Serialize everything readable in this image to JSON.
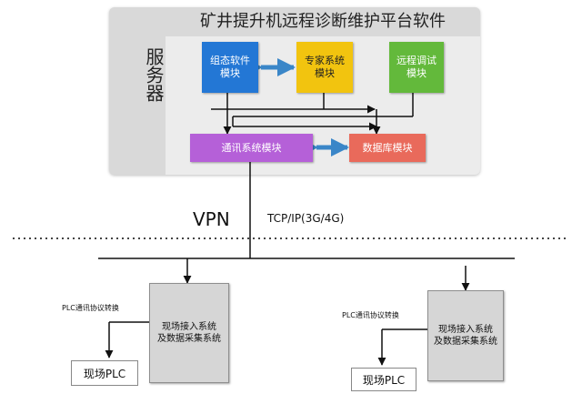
{
  "server": {
    "label": "服务器",
    "platform_title": "矿井提升机远程诊断维护平台软件"
  },
  "modules": {
    "config": "组态软件\n模块",
    "expert": "专家系统\n模块",
    "remote_debug": "远程调试\n模块",
    "comm": "通讯系统模块",
    "database": "数据库模块"
  },
  "network": {
    "vpn": "VPN",
    "protocol": "TCP/IP(3G/4G)"
  },
  "sites": [
    {
      "acquisition": "现场接入系统\n及数据采集系统",
      "conversion": "PLC通讯协议转换",
      "plc": "现场PLC"
    },
    {
      "acquisition": "现场接入系统\n及数据采集系统",
      "conversion": "PLC通讯协议转换",
      "plc": "现场PLC"
    }
  ],
  "colors": {
    "config": "#2377d5",
    "expert": "#f2c40f",
    "remote_debug": "#63b93b",
    "comm": "#b560d8",
    "database": "#e96a5b",
    "double_arrow": "#3a86c8"
  }
}
